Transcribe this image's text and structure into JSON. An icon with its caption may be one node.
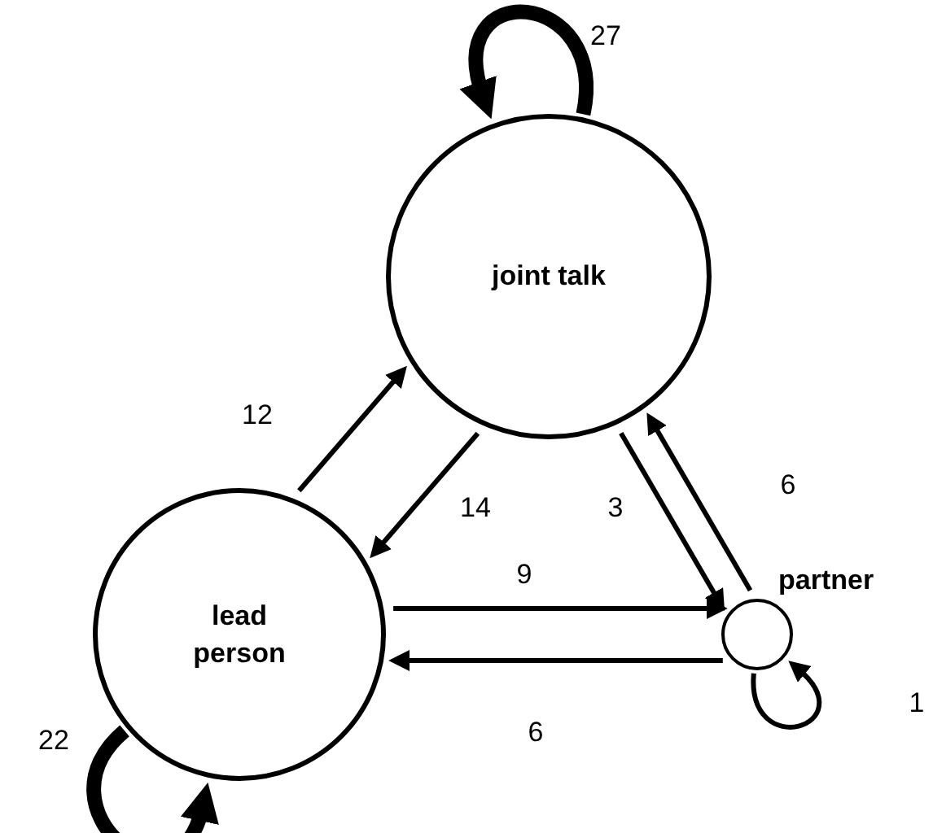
{
  "diagram": {
    "nodes": [
      {
        "text": [
          "joint talk"
        ]
      },
      {
        "text": [
          "lead person"
        ]
      },
      {
        "text": [
          "partner"
        ]
      }
    ],
    "edges": [
      {
        "from": 0,
        "to": 0,
        "arrow": "to",
        "label": "27",
        "style": "thick"
      },
      {
        "from": 1,
        "to": 0,
        "arrow": "to",
        "label": "12"
      },
      {
        "from": 0,
        "to": 1,
        "arrow": "to",
        "label": "14"
      },
      {
        "from": 0,
        "to": 2,
        "arrow": "to",
        "label": "3"
      },
      {
        "from": 2,
        "to": 0,
        "arrow": "to",
        "label": "6"
      },
      {
        "from": 1,
        "to": 2,
        "arrow": "to",
        "label": "9"
      },
      {
        "from": 2,
        "to": 1,
        "arrow": "to",
        "label": "6"
      },
      {
        "from": 2,
        "to": 2,
        "arrow": "to",
        "label": "1"
      },
      {
        "from": 1,
        "to": 1,
        "arrow": "to",
        "label": "22",
        "style": "thick"
      }
    ]
  }
}
